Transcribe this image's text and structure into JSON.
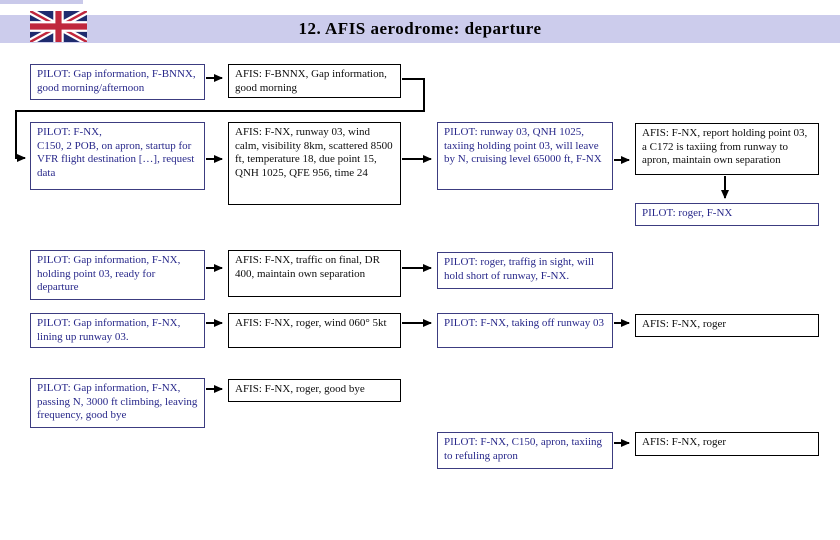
{
  "header": {
    "title": "12. AFIS aerodrome: departure",
    "band_color": "#ccccec",
    "flag_icon": "uk-flag-icon",
    "flag_colors": {
      "navy": "#1e2b6e",
      "red": "#c0273d",
      "white": "#ffffff"
    }
  },
  "colors": {
    "pilot_text": "#28288a",
    "pilot_border": "#3c3c80",
    "afis_text": "#0d0d0d",
    "afis_border": "#000000",
    "connector": "#000000"
  },
  "boxes": [
    {
      "speaker": "PILOT",
      "text": "PILOT: Gap information, F-BNNX, good morning/afternoon"
    },
    {
      "speaker": "AFIS",
      "text": "AFIS: F-BNNX, Gap information, good morning"
    },
    {
      "speaker": "PILOT",
      "text": "PILOT: F-NX,\nC150, 2 POB, on apron, startup for VFR flight destination […], request data"
    },
    {
      "speaker": "AFIS",
      "text": "AFIS: F-NX, runway 03, wind calm, visibility 8km, scattered 8500 ft, temperature 18, due point 15, QNH 1025, QFE 956, time 24"
    },
    {
      "speaker": "PILOT",
      "text": "PILOT: runway 03, QNH 1025, taxiing holding point 03, will leave by N, cruising level 65000 ft, F-NX"
    },
    {
      "speaker": "AFIS",
      "text": "AFIS: F-NX, report holding point 03, a C172 is taxiing from runway to apron, maintain own separation"
    },
    {
      "speaker": "PILOT",
      "text": "PILOT: roger, F-NX"
    },
    {
      "speaker": "PILOT",
      "text": "PILOT: Gap information, F-NX, holding point 03, ready for departure"
    },
    {
      "speaker": "AFIS",
      "text": "AFIS: F-NX, traffic on final, DR 400, maintain own separation"
    },
    {
      "speaker": "PILOT",
      "text": "PILOT: roger, traffig in sight, will hold short of runway, F-NX."
    },
    {
      "speaker": "PILOT",
      "text": "PILOT: Gap information, F-NX, lining up runway 03."
    },
    {
      "speaker": "AFIS",
      "text": "AFIS: F-NX, roger, wind 060° 5kt"
    },
    {
      "speaker": "PILOT",
      "text": "PILOT: F-NX, taking off runway 03"
    },
    {
      "speaker": "AFIS",
      "text": "AFIS: F-NX, roger"
    },
    {
      "speaker": "PILOT",
      "text": "PILOT: Gap information, F-NX, passing N, 3000 ft climbing, leaving frequency, good bye"
    },
    {
      "speaker": "AFIS",
      "text": "AFIS: F-NX, roger, good bye"
    },
    {
      "speaker": "PILOT",
      "text": "PILOT: F-NX, C150, apron, taxiing to refuling apron"
    },
    {
      "speaker": "AFIS",
      "text": "AFIS: F-NX, roger"
    }
  ]
}
